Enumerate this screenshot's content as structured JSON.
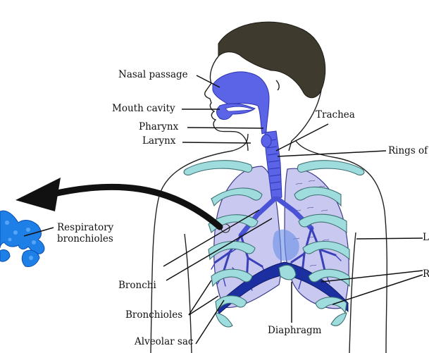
{
  "labels": {
    "nasal_passage": "Nasal passage",
    "mouth_cavity": "Mouth cavity",
    "pharynx": "Pharynx",
    "larynx": "Larynx",
    "trachea": "Trachea",
    "rings_of": "Rings of",
    "respiratory_bronchioles": "Respiratory\nbronchioles",
    "l": "L",
    "bronchi": "Bronchi",
    "r": "R",
    "bronchioles": "Bronchioles",
    "alveolar_sac": "Alveolar sac",
    "diaphragm": "Diaphragm"
  },
  "colors": {
    "airway": "#5b63e6",
    "airway_dark": "#2d35b0",
    "lung_fill": "#c9c8f0",
    "ribs": "#9fdcde",
    "ribs_stroke": "#3d6f72",
    "diaphragm": "#1b2fa0",
    "hair": "#3e3a2e",
    "inset_vessels": "#1e7fe6"
  }
}
